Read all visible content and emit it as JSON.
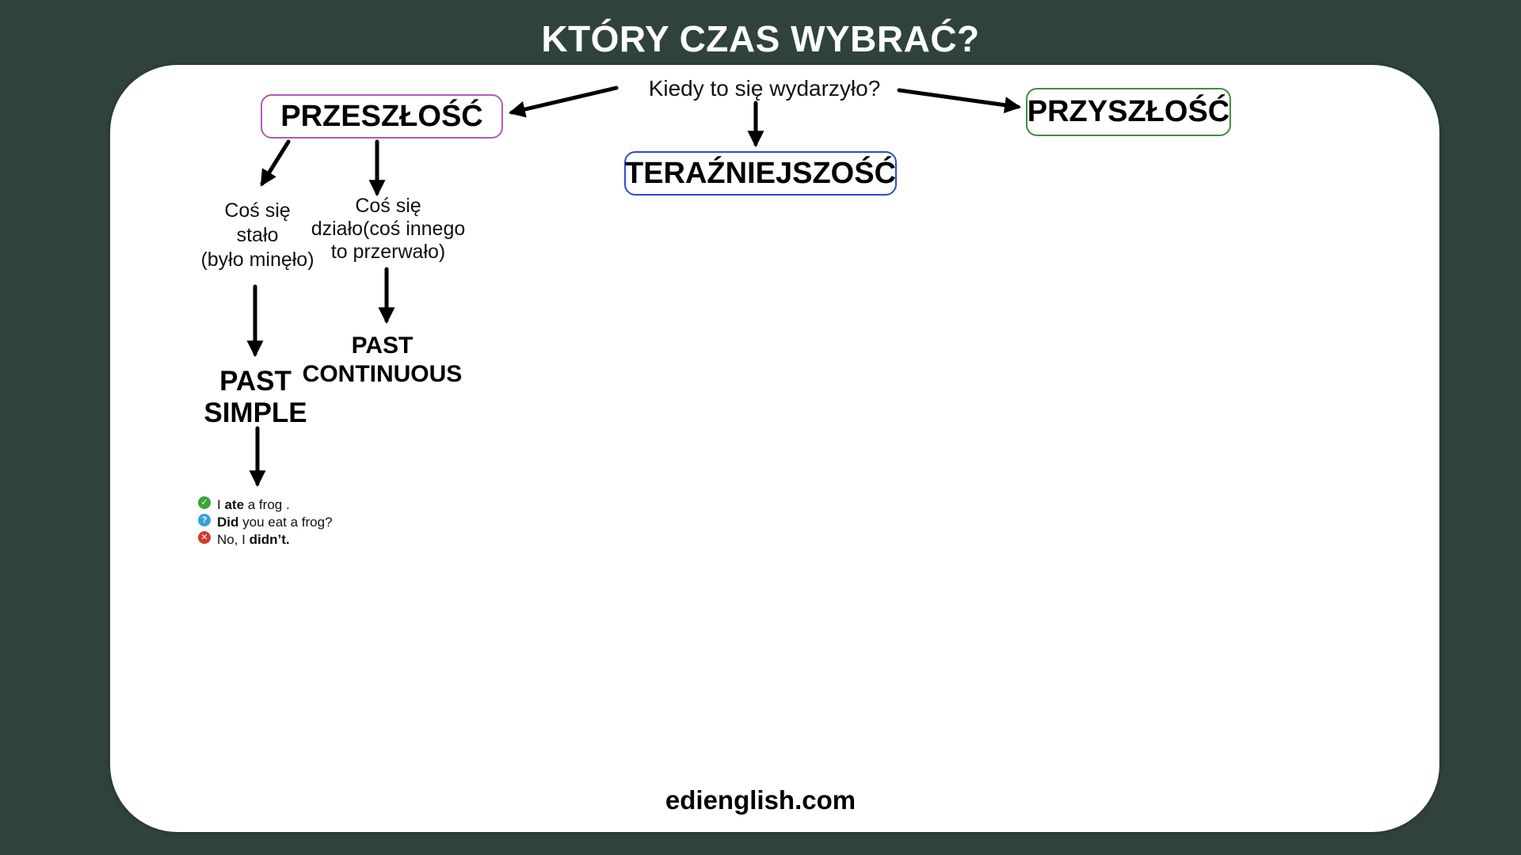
{
  "title": "KTÓRY CZAS WYBRAĆ?",
  "question": "Kiedy to się wydarzyło?",
  "boxes": {
    "past": {
      "label": "PRZESZŁOŚĆ",
      "color": "#b05ab7"
    },
    "present": {
      "label": "TERAŹNIEJSZOŚĆ",
      "color": "#2e49d6"
    },
    "future": {
      "label": "PRZYSZŁOŚĆ",
      "color": "#3f8f40"
    }
  },
  "past_branches": {
    "simple": {
      "description_lines": [
        "Coś się",
        "stało",
        "(było minęło)"
      ],
      "tense_lines": [
        "PAST",
        "SIMPLE"
      ]
    },
    "continuous": {
      "description_lines": [
        "Coś się",
        "działo(coś innego",
        "to przerwało)"
      ],
      "tense_lines": [
        "PAST",
        "CONTINUOUS"
      ]
    }
  },
  "examples": [
    {
      "icon": "check-circle-icon",
      "icon_color": "#3aa53a",
      "parts": [
        "I ",
        "ate",
        " a frog ."
      ],
      "bold": [
        false,
        true,
        false
      ]
    },
    {
      "icon": "question-circle-icon",
      "icon_color": "#3a9fd9",
      "parts": [
        "Did",
        " you eat a frog?"
      ],
      "bold": [
        true,
        false
      ]
    },
    {
      "icon": "x-circle-icon",
      "icon_color": "#d23a2e",
      "parts": [
        "No, I ",
        "didn’t."
      ],
      "bold": [
        false,
        true
      ]
    }
  ],
  "footer": "edienglish.com",
  "colors": {
    "background": "#2f433c",
    "card": "#ffffff"
  }
}
